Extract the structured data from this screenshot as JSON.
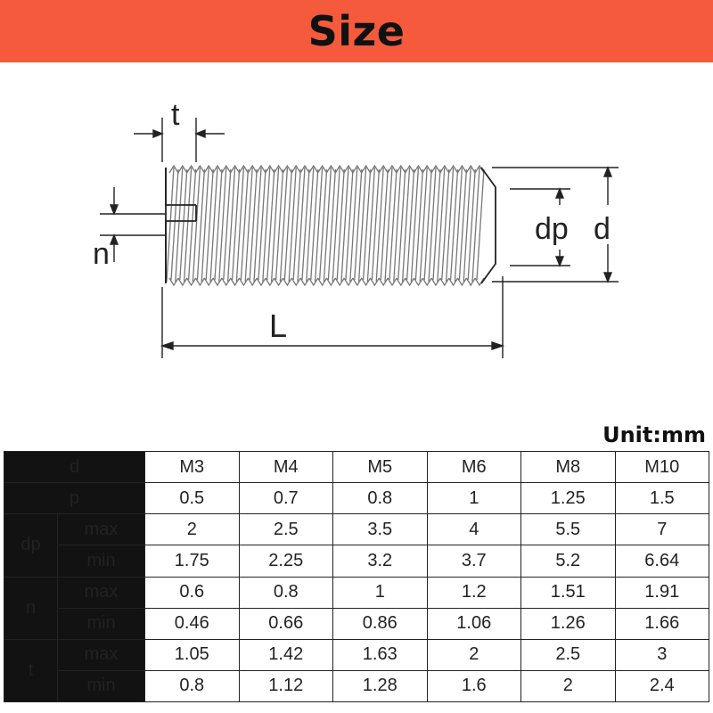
{
  "banner": {
    "title": "Size"
  },
  "drawing": {
    "labels": {
      "t": "t",
      "n": "n",
      "L": "L",
      "dp": "dp",
      "d": "d"
    }
  },
  "unit": "Unit:mm",
  "table": {
    "sizes": [
      "M3",
      "M4",
      "M5",
      "M6",
      "M8",
      "M10"
    ],
    "rows": [
      {
        "group": "d",
        "sub": "",
        "values": [
          "M3",
          "M4",
          "M5",
          "M6",
          "M8",
          "M10"
        ]
      },
      {
        "group": "p",
        "sub": "",
        "values": [
          "0.5",
          "0.7",
          "0.8",
          "1",
          "1.25",
          "1.5"
        ]
      },
      {
        "group": "dp",
        "sub": "max",
        "values": [
          "2",
          "2.5",
          "3.5",
          "4",
          "5.5",
          "7"
        ]
      },
      {
        "group": "dp",
        "sub": "min",
        "values": [
          "1.75",
          "2.25",
          "3.2",
          "3.7",
          "5.2",
          "6.64"
        ]
      },
      {
        "group": "n",
        "sub": "max",
        "values": [
          "0.6",
          "0.8",
          "1",
          "1.2",
          "1.51",
          "1.91"
        ]
      },
      {
        "group": "n",
        "sub": "min",
        "values": [
          "0.46",
          "0.66",
          "0.86",
          "1.06",
          "1.26",
          "1.66"
        ]
      },
      {
        "group": "t",
        "sub": "max",
        "values": [
          "1.05",
          "1.42",
          "1.63",
          "2",
          "2.5",
          "3"
        ]
      },
      {
        "group": "t",
        "sub": "min",
        "values": [
          "0.8",
          "1.12",
          "1.28",
          "1.6",
          "2",
          "2.4"
        ]
      }
    ]
  }
}
